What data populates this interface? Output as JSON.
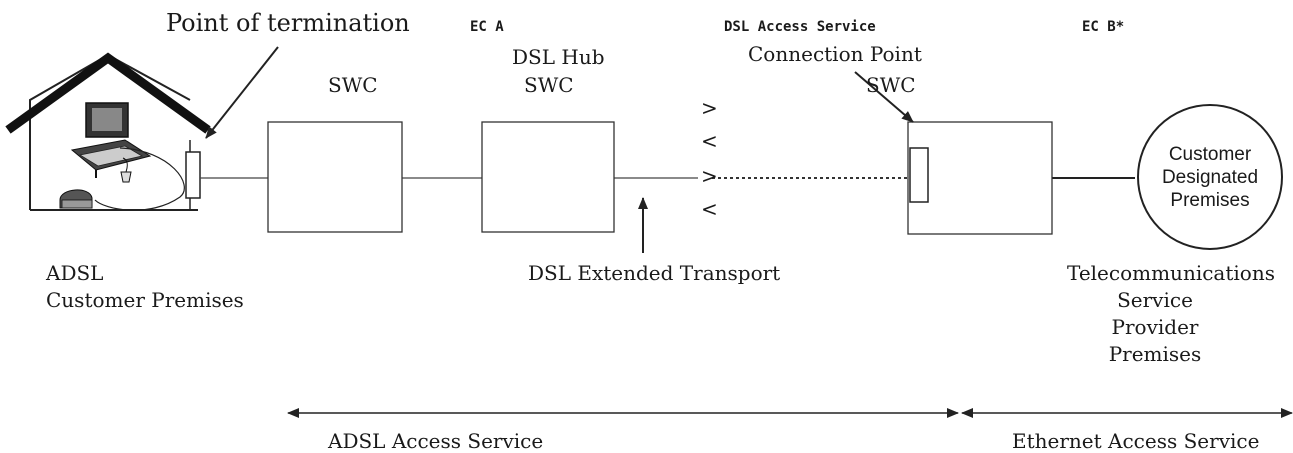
{
  "labels": {
    "point_of_termination": "Point of termination",
    "ec_a": "EC A",
    "dsl_access_service": "DSL Access Service",
    "connection_point": "Connection Point",
    "ec_b": "EC B*",
    "swc_1": "SWC",
    "dsl_hub": "DSL Hub",
    "swc_2": "SWC",
    "swc_3": "SWC",
    "adsl": "ADSL",
    "customer_premises": "Customer Premises",
    "dsl_extended_transport": "DSL Extended Transport",
    "tsp_line1": "Telecommunications",
    "tsp_line2": "Service",
    "tsp_line3": "Provider",
    "tsp_line4": "Premises",
    "cdp_line1": "Customer",
    "cdp_line2": "Designated",
    "cdp_line3": "Premises",
    "adsl_access_service": "ADSL Access Service",
    "ethernet_access_service": "Ethernet Access Service"
  },
  "symbols": {
    "gt": ">",
    "lt": "<"
  }
}
